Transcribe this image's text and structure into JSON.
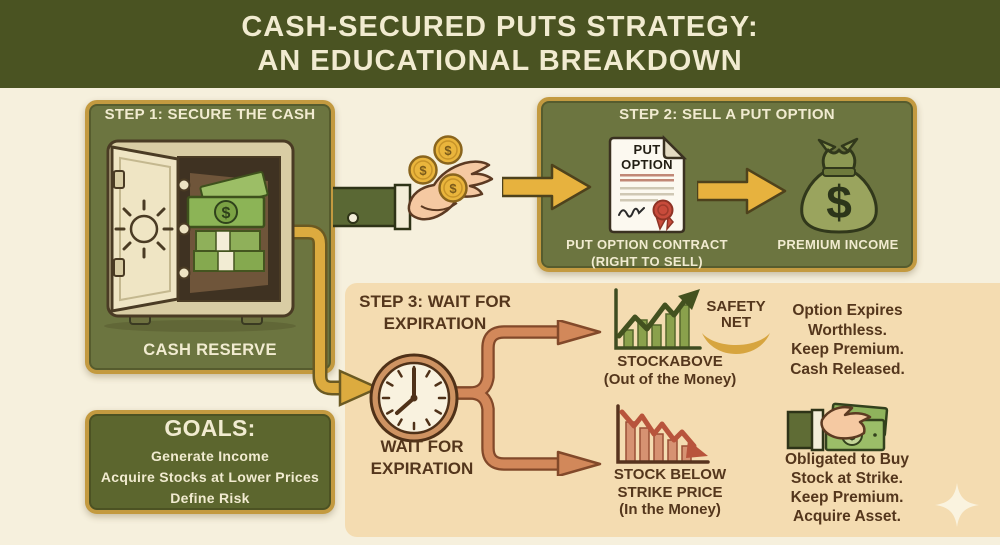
{
  "title": {
    "line1": "CASH-SECURED PUTS STRATEGY:",
    "line2": "AN EDUCATIONAL BREAKDOWN"
  },
  "step1": {
    "header": "STEP 1: SECURE THE CASH",
    "caption": "CASH RESERVE"
  },
  "step2": {
    "header": "STEP 2: SELL A PUT OPTION",
    "document_title_line1": "PUT",
    "document_title_line2": "OPTION",
    "contract_caption_line1": "PUT OPTION CONTRACT",
    "contract_caption_line2": "(RIGHT TO SELL)",
    "premium_caption": "PREMIUM INCOME"
  },
  "step3": {
    "header_line1": "STEP 3: WAIT FOR",
    "header_line2": "EXPIRATION",
    "clock_caption_line1": "WAIT FOR",
    "clock_caption_line2": "EXPIRATION",
    "outcome_above": {
      "caption_line1": "STOCKABOVE",
      "caption_line2": "(Out of the Money)",
      "badge_line1": "SAFETY",
      "badge_line2": "NET",
      "result_lines": [
        "Option Expires",
        "Worthless.",
        "Keep Premium.",
        "Cash Released."
      ]
    },
    "outcome_below": {
      "caption_line1": "STOCK BELOW",
      "caption_line2": "STRIKE PRICE",
      "caption_line3": "(In the Money)",
      "result_lines": [
        "Obligated to Buy",
        "Stock at Strike.",
        "Keep Premium.",
        "Acquire Asset."
      ]
    }
  },
  "goals": {
    "header": "GOALS:",
    "items": [
      "Generate Income",
      "Acquire Stocks at Lower Prices",
      "Define Risk"
    ]
  },
  "icons": {
    "dollar": "$"
  },
  "colors": {
    "background": "#F6F0DD",
    "banner_green": "#4A5322",
    "panel_green": "#6C7540",
    "goals_green": "#5C662E",
    "gold_border": "#C39A40",
    "gold_arrow": "#DCAB3F",
    "copper_arrow": "#D2885A",
    "step3_panel": "#F4DCB1",
    "brown_text": "#54361C",
    "cream_text": "#F1EBD0",
    "chart_green": "#8AA14C",
    "chart_red": "#D69272",
    "seal_red": "#C84B3B"
  }
}
